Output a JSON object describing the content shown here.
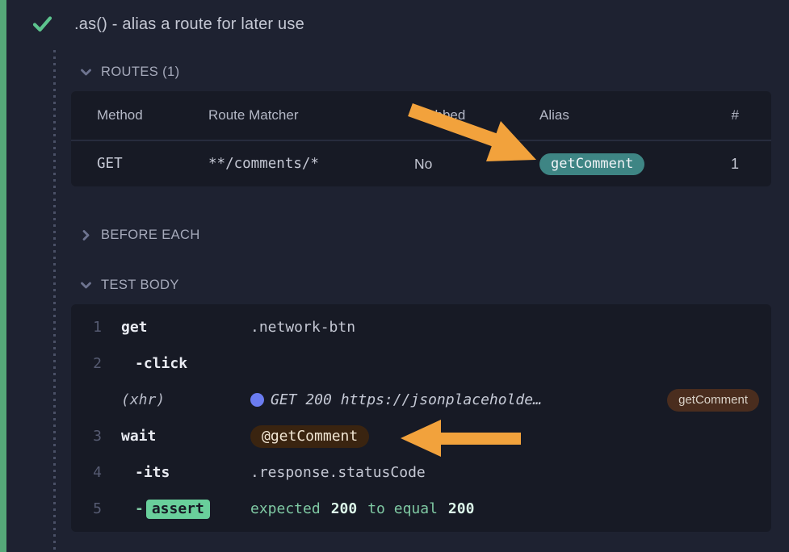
{
  "colors": {
    "pass_border_green": "#55a878",
    "check_green": "#5cc48e",
    "arrow_orange": "#f2a23c",
    "alias_badge_teal": "#3e8584",
    "xhr_badge_brown": "#4a2d1e",
    "wait_badge_brown": "#3a2410",
    "assert_badge_green": "#69cf9b",
    "xhr_dot_indigo": "#6b7cf0"
  },
  "test": {
    "title": ".as() - alias a route for later use"
  },
  "routes": {
    "section_label": "ROUTES (1)",
    "columns": {
      "method": "Method",
      "matcher": "Route Matcher",
      "stubbed": "Stubbed",
      "alias": "Alias",
      "count": "#"
    },
    "row": {
      "method": "GET",
      "matcher": "**/comments/*",
      "stubbed": "No",
      "alias": "getComment",
      "count": "1"
    }
  },
  "sections": {
    "before_each": "BEFORE EACH",
    "test_body": "TEST BODY"
  },
  "commands": [
    {
      "num": "1",
      "name": "get",
      "args": ".network-btn"
    },
    {
      "num": "2",
      "dash": "-",
      "name": "click"
    },
    {
      "event": "(xhr)",
      "text": "GET 200 https://jsonplaceholde…",
      "badge": "getComment"
    },
    {
      "num": "3",
      "name": "wait",
      "badge": "@getComment"
    },
    {
      "num": "4",
      "dash": "-",
      "name": "its",
      "args": ".response.statusCode"
    },
    {
      "num": "5",
      "dash": "-",
      "name": "assert",
      "message": [
        "expected",
        "200",
        "to equal",
        "200"
      ]
    }
  ]
}
